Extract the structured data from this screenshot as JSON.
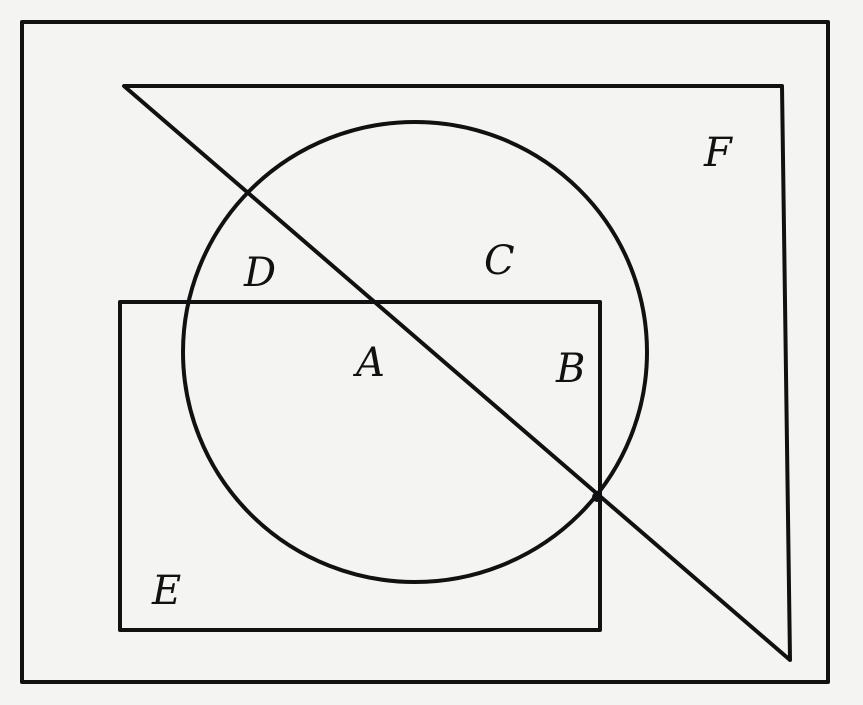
{
  "labels": {
    "A": "A",
    "B": "B",
    "C": "C",
    "D": "D",
    "E": "E",
    "F": "F"
  }
}
